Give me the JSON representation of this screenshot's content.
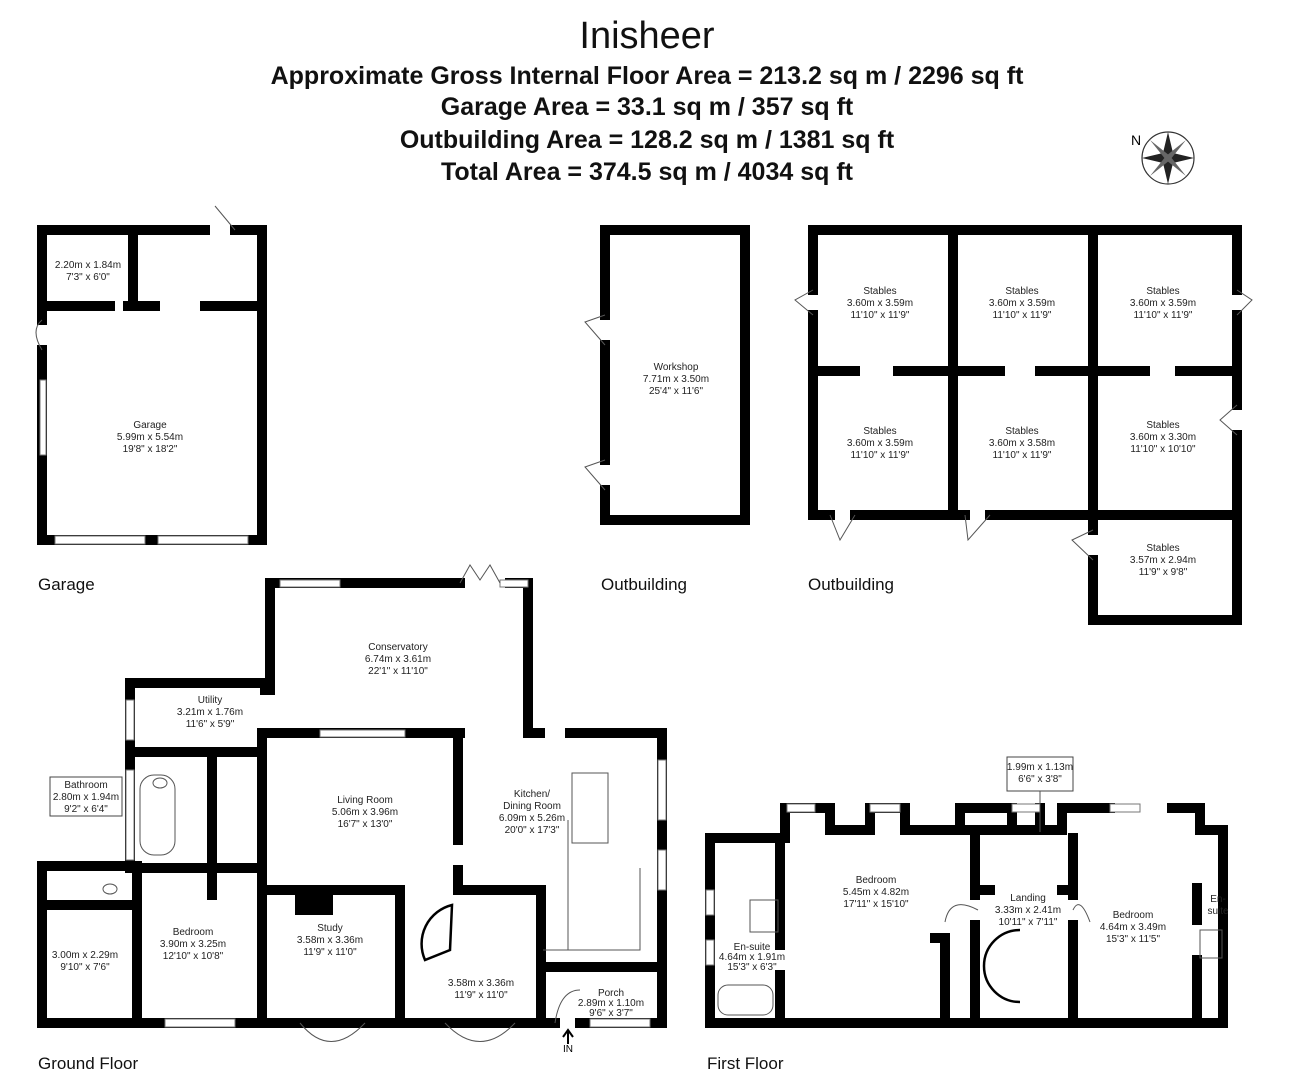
{
  "header": {
    "title": "Inisheer",
    "lines": [
      "Approximate Gross Internal Floor Area  = 213.2 sq m  / 2296 sq ft",
      "Garage  Area  = 33.1 sq m  / 357 sq ft",
      "Outbuilding Area  = 128.2 sq m  / 1381 sq ft",
      "Total Area  = 374.5 sq m  / 4034 sq ft"
    ]
  },
  "compass": {
    "label": "N",
    "icon": "compass-rose-icon"
  },
  "plans": {
    "garage": "Garage",
    "workshop": "Outbuilding",
    "stables": "Outbuilding",
    "ground": "Ground Floor",
    "first": "First Floor"
  },
  "entrance": "IN",
  "rooms": [
    {
      "lines": [
        "2.20m x 1.84m",
        "7'3\" x 6'0\""
      ]
    },
    {
      "lines": [
        "Garage",
        "5.99m x 5.54m",
        "19'8\" x 18'2\""
      ]
    },
    {
      "lines": [
        "Workshop",
        "7.71m x 3.50m",
        "25'4\" x 11'6\""
      ]
    },
    {
      "lines": [
        "Stables",
        "3.60m x 3.59m",
        "11'10\" x 11'9\""
      ]
    },
    {
      "lines": [
        "Stables",
        "3.60m x 3.59m",
        "11'10\" x 11'9\""
      ]
    },
    {
      "lines": [
        "Stables",
        "3.60m x 3.59m",
        "11'10\" x 11'9\""
      ]
    },
    {
      "lines": [
        "Stables",
        "3.60m x 3.59m",
        "11'10\" x 11'9\""
      ]
    },
    {
      "lines": [
        "Stables",
        "3.60m x 3.58m",
        "11'10\" x 11'9\""
      ]
    },
    {
      "lines": [
        "Stables",
        "3.60m x 3.30m",
        "11'10\" x 10'10\""
      ]
    },
    {
      "lines": [
        "Stables",
        "3.57m x 2.94m",
        "11'9\" x 9'8\""
      ]
    },
    {
      "lines": [
        "Conservatory",
        "6.74m x 3.61m",
        "22'1\" x 11'10\""
      ]
    },
    {
      "lines": [
        "Utility",
        "3.21m x 1.76m",
        "11'6\" x 5'9\""
      ]
    },
    {
      "lines": [
        "Bathroom",
        "2.80m x 1.94m",
        "9'2\" x 6'4\""
      ]
    },
    {
      "lines": [
        "Living Room",
        "5.06m x 3.96m",
        "16'7\" x 13'0\""
      ]
    },
    {
      "lines": [
        "Kitchen/",
        "Dining Room",
        "6.09m x 5.26m",
        "20'0\" x 17'3\""
      ]
    },
    {
      "lines": [
        "Bedroom",
        "3.90m x 3.25m",
        "12'10\" x 10'8\""
      ]
    },
    {
      "lines": [
        "3.00m x 2.29m",
        "9'10\" x 7'6\""
      ]
    },
    {
      "lines": [
        "Study",
        "3.58m x 3.36m",
        "11'9\" x 11'0\""
      ]
    },
    {
      "lines": [
        "3.58m x 3.36m",
        "11'9\" x 11'0\""
      ]
    },
    {
      "lines": [
        "Porch",
        "2.89m x 1.10m",
        "9'6\" x 3'7\""
      ]
    },
    {
      "lines": [
        "1.99m x 1.13m",
        "6'6\" x 3'8\""
      ]
    },
    {
      "lines": [
        "Bedroom",
        "5.45m x 4.82m",
        "17'11\" x 15'10\""
      ]
    },
    {
      "lines": [
        "Landing",
        "3.33m x 2.41m",
        "10'11\" x 7'11\""
      ]
    },
    {
      "lines": [
        "Bedroom",
        "4.64m x 3.49m",
        "15'3\" x 11'5\""
      ]
    },
    {
      "lines": [
        "En-suite",
        "4.64m x 1.91m",
        "15'3\" x 6'3\""
      ]
    },
    {
      "lines": [
        "En-",
        "suite"
      ]
    }
  ]
}
